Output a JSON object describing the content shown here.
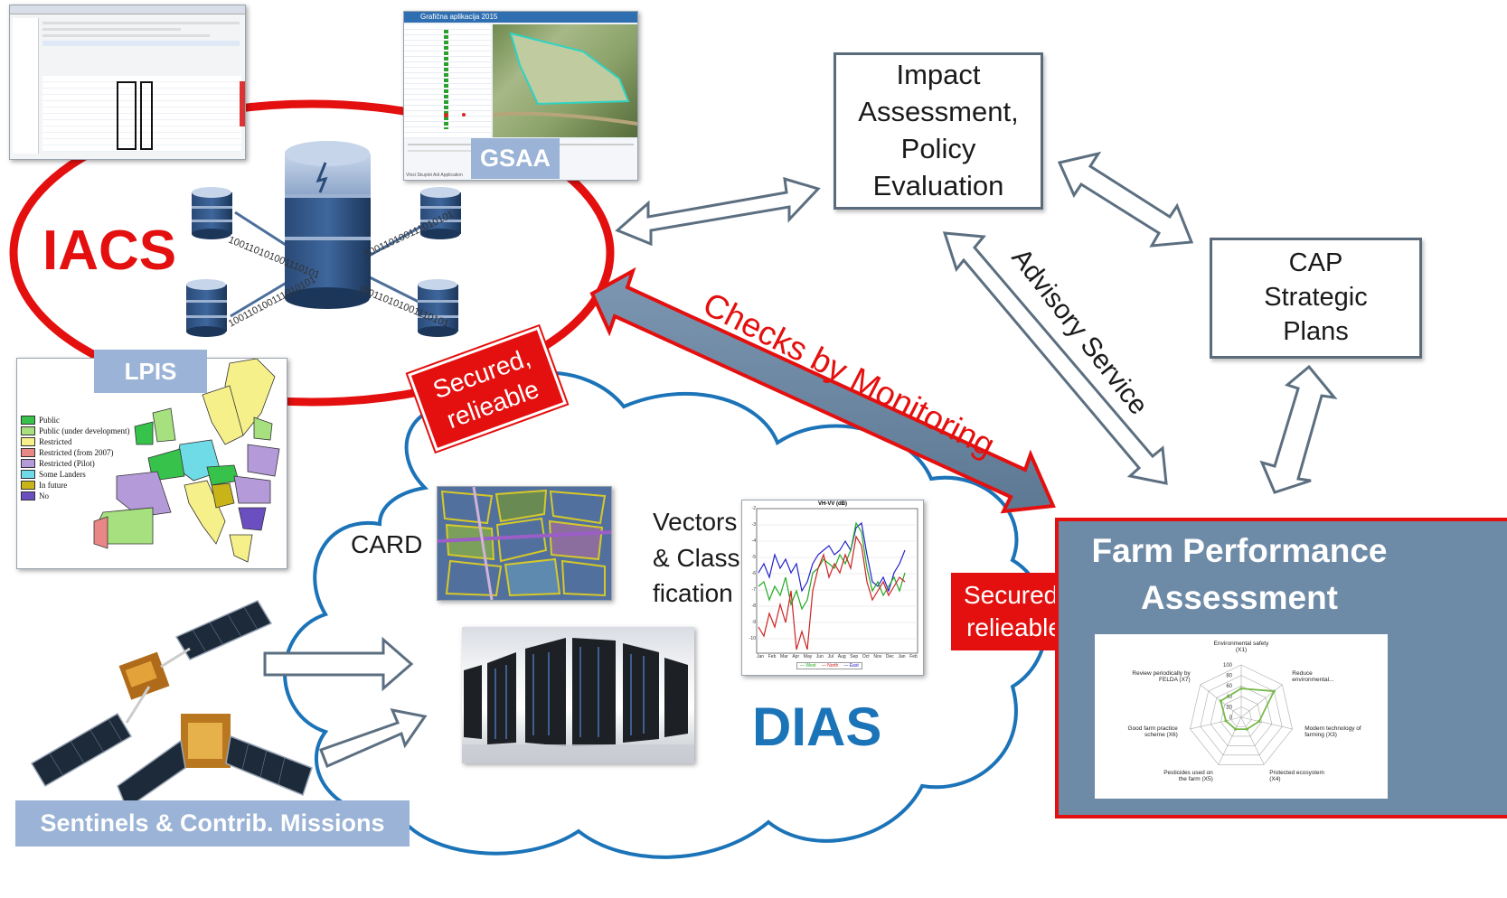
{
  "iacs": {
    "title": "IACS",
    "binary_1": "100110101001110101",
    "binary_2": "100110100111010101",
    "binary_3": "100110100111010101",
    "binary_4": "100110101001110101"
  },
  "gsaa": {
    "label": "GSAA",
    "window_title": "Grafična aplikacija 2015",
    "footer": "Vlosi Skuplot Aid Application"
  },
  "lpis": {
    "label": "LPIS",
    "legend": [
      {
        "label": "Public",
        "color": "#36c24b"
      },
      {
        "label": "Public (under development)",
        "color": "#a6e07f"
      },
      {
        "label": "Restricted",
        "color": "#f6f08b"
      },
      {
        "label": "Restricted (from 2007)",
        "color": "#e98686"
      },
      {
        "label": "Restricted (Pilot)",
        "color": "#b49ad8"
      },
      {
        "label": "Some Landers",
        "color": "#6fdbe6"
      },
      {
        "label": "In future",
        "color": "#c8b319"
      },
      {
        "label": "No",
        "color": "#6b4fc0"
      }
    ]
  },
  "secured_1": {
    "line1": "Secured,",
    "line2": "relieable"
  },
  "secured_2": {
    "line1": "Secured,",
    "line2": "relieable"
  },
  "checks": "Checks by Monitoring",
  "advisory": "Advisory Service",
  "impact": {
    "line1": "Impact",
    "line2": "Assessment,",
    "line3": "Policy",
    "line4": "Evaluation"
  },
  "cap": {
    "line1": "CAP",
    "line2": "Strategic",
    "line3": "Plans"
  },
  "dias": {
    "title": "DIAS",
    "card": "CARD",
    "vectors": {
      "line1": "Vectors",
      "line2": "& Classi-",
      "line3": "fication"
    }
  },
  "sentinels": "Sentinels & Contrib. Missions",
  "farm": {
    "title_1": "Farm Performance",
    "title_2": "Assessment"
  },
  "vh_chart": {
    "title": "VH-VV (dB)",
    "y_ticks": [
      "-2",
      "-3",
      "-4",
      "-5",
      "-6",
      "-7",
      "-8",
      "-9",
      "-10"
    ],
    "x_ticks": [
      "Jan",
      "Feb",
      "Mar",
      "Apr",
      "May",
      "Jun",
      "Jul",
      "Aug",
      "Sep",
      "Oct",
      "Nov",
      "Dec",
      "Jan",
      "Feb"
    ],
    "legend": [
      "West",
      "North",
      "East"
    ]
  },
  "chart_data": {
    "type": "radar",
    "axes": [
      "Environmental safety (X1)",
      "Reduce environmental...",
      "Modern technology of farming (X3)",
      "Protected ecosystem (X4)",
      "Pesticides used on the farm (X5)",
      "Good farm practice scheme (X6)",
      "Review periodically by FELDA (X7)"
    ],
    "radial_ticks": [
      0,
      20,
      40,
      60,
      80,
      100
    ],
    "rlim": [
      0,
      100
    ],
    "series": [
      {
        "values": [
          55,
          80,
          35,
          25,
          25,
          30,
          50
        ],
        "color": "#77b94a"
      }
    ]
  },
  "colors": {
    "iacs_red": "#e3100f",
    "dias_blue": "#1b73b8",
    "farm_bg": "#6d8aa6",
    "box_border": "#5a6b7b",
    "db_dark": "#1e3b63",
    "db_light": "#9db2d1"
  }
}
